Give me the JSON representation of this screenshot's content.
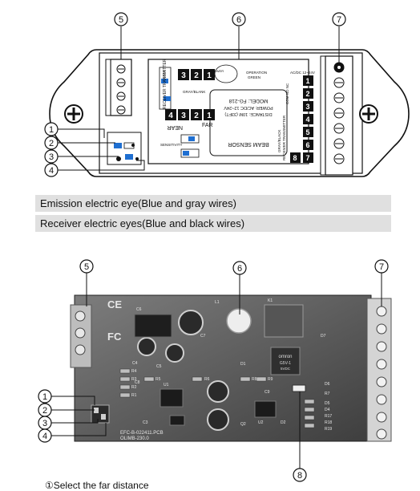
{
  "callouts_top": [
    "5",
    "6",
    "7",
    "1",
    "2",
    "3",
    "4"
  ],
  "callouts_bottom": [
    "5",
    "6",
    "7",
    "1",
    "2",
    "3",
    "4",
    "8"
  ],
  "label_panel": {
    "left_rotated": "RECEIVER  TRANSMITTER",
    "left_rotated_small": "SAFE",
    "gray_blank": "GRAY/BLANK",
    "top_digits": [
      "1",
      "2",
      "3"
    ],
    "bottom_digits": [
      "4",
      "3",
      "2",
      "1"
    ],
    "near": "NEAR",
    "far": "FAR",
    "sensitivity": "SENSITIVITY",
    "green": "GREEN",
    "operation": "OPERATION",
    "power_ind": "POWER",
    "model": "MODEL: FG-218",
    "power": "POWER: AC/DC 12~24V",
    "distance": "DISTANCE: 10M (33FT)",
    "beam": "BEAM SENSOR",
    "acdc": "AC/DC 12~24V",
    "com_rx": "COM NO NC",
    "right_digits_top": [
      "1",
      "2",
      "3",
      "4"
    ],
    "right_digits_bottom": [
      "5",
      "6",
      "7",
      "8"
    ],
    "receiver_transmitter_right": "RECEIVER TRANSMITTER",
    "gray_black": "GRAY/BLACK"
  },
  "bands": {
    "emission": "Emission electric eye(Blue and gray wires)",
    "receiver": "Receiver electric eyes(Blue and black wires)"
  },
  "pcb": {
    "ce_mark": "CE",
    "fc_mark": "FC",
    "board_text": "EFC-B-022411.PCB",
    "board_text2": "OLIMB-230.0",
    "relay_brand": "omron",
    "relay_model": "G5V-1",
    "relay_volt": "5VDC",
    "parts": [
      "C6",
      "C5",
      "C4",
      "C3",
      "C7",
      "C9",
      "R4",
      "R3",
      "R2",
      "R6",
      "R1",
      "R5",
      "R8",
      "R7",
      "R9",
      "D7",
      "D6",
      "D5",
      "D4",
      "R17",
      "R18",
      "R19",
      "D1",
      "D2",
      "C8",
      "U1",
      "U2",
      "Q2",
      "L1",
      "K1"
    ]
  },
  "footnote": "①Select the far distance"
}
